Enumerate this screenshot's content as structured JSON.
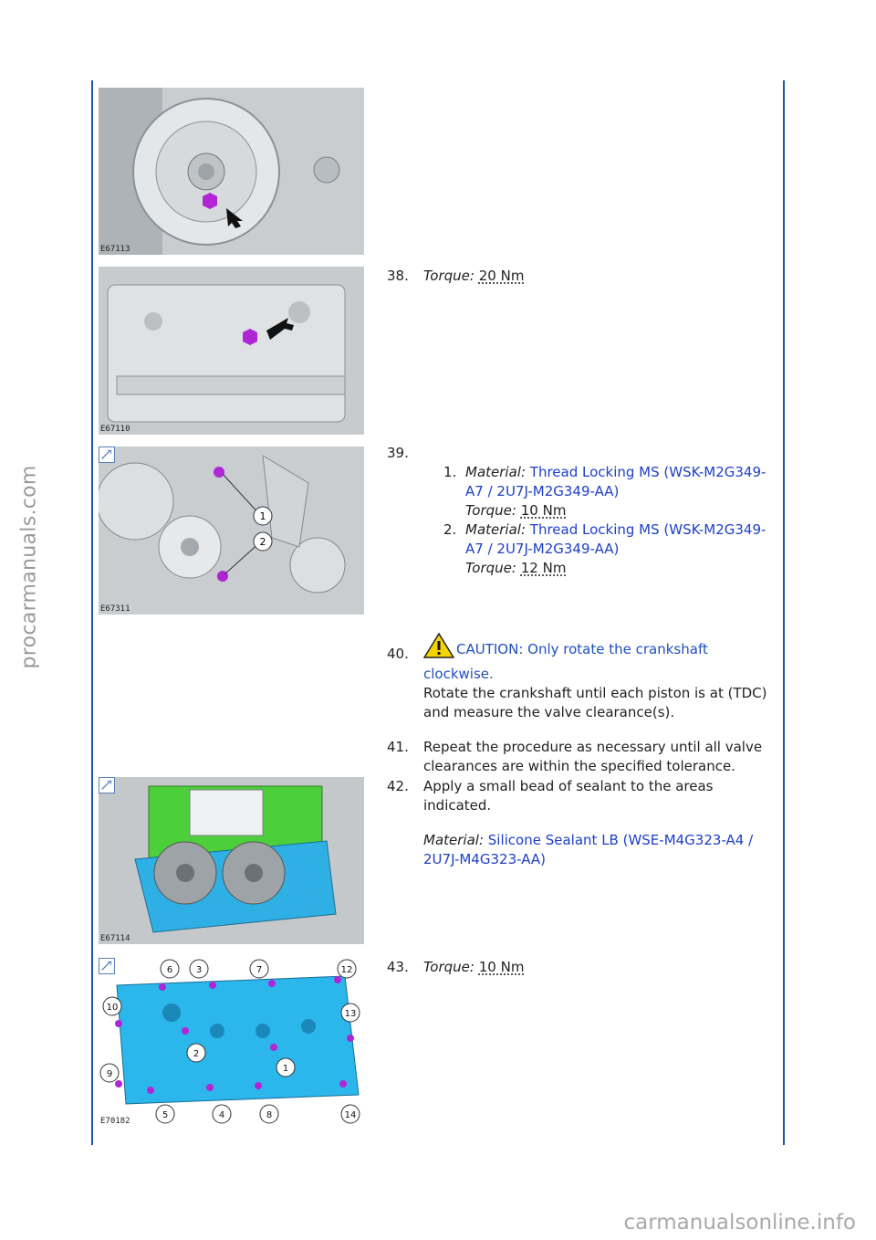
{
  "watermarks": {
    "side": "procarmanuals.com",
    "bottom": "carmanualsonline.info"
  },
  "figures": [
    {
      "code": "E67113",
      "zoom": false
    },
    {
      "code": "E67110",
      "zoom": false
    },
    {
      "code": "E67311",
      "zoom": true
    },
    {
      "code": "E67114",
      "zoom": true
    },
    {
      "code": "E70182",
      "zoom": true
    }
  ],
  "steps": {
    "s38": {
      "num": "38.",
      "torque_label": "Torque:",
      "torque_value": "20 Nm"
    },
    "s39": {
      "num": "39.",
      "items": [
        {
          "num": "1.",
          "material_label": "Material:",
          "material": "Thread Locking MS (WSK-M2G349-A7 / 2U7J-M2G349-AA)",
          "torque_label": "Torque:",
          "torque_value": "10 Nm"
        },
        {
          "num": "2.",
          "material_label": "Material:",
          "material": "Thread Locking MS (WSK-M2G349-A7 / 2U7J-M2G349-AA)",
          "torque_label": "Torque:",
          "torque_value": "12 Nm"
        }
      ]
    },
    "s40": {
      "num": "40.",
      "caution": "CAUTION: Only rotate the crankshaft clockwise.",
      "text": "Rotate the crankshaft until each piston is at (TDC) and measure the valve clearance(s)."
    },
    "s41": {
      "num": "41.",
      "text": "Repeat the procedure as necessary until all valve clearances are within the specified tolerance."
    },
    "s42": {
      "num": "42.",
      "text": "Apply a small bead of sealant to the areas indicated.",
      "material_label": "Material:",
      "material": "Silicone Sealant LB (WSE-M4G323-A4 / 2U7J-M4G323-AA)"
    },
    "s43": {
      "num": "43.",
      "torque_label": "Torque:",
      "torque_value": "10 Nm"
    }
  },
  "callouts": {
    "fig3": [
      "1",
      "2"
    ],
    "fig5": [
      "6",
      "3",
      "7",
      "12",
      "10",
      "13",
      "2",
      "1",
      "9",
      "5",
      "4",
      "8",
      "14"
    ]
  },
  "colors": {
    "rule": "#1f57a5",
    "material": "#1c3fc9",
    "caution": "#1f4fbf",
    "bolt": "#b026d6",
    "part": "#29a9e0"
  }
}
